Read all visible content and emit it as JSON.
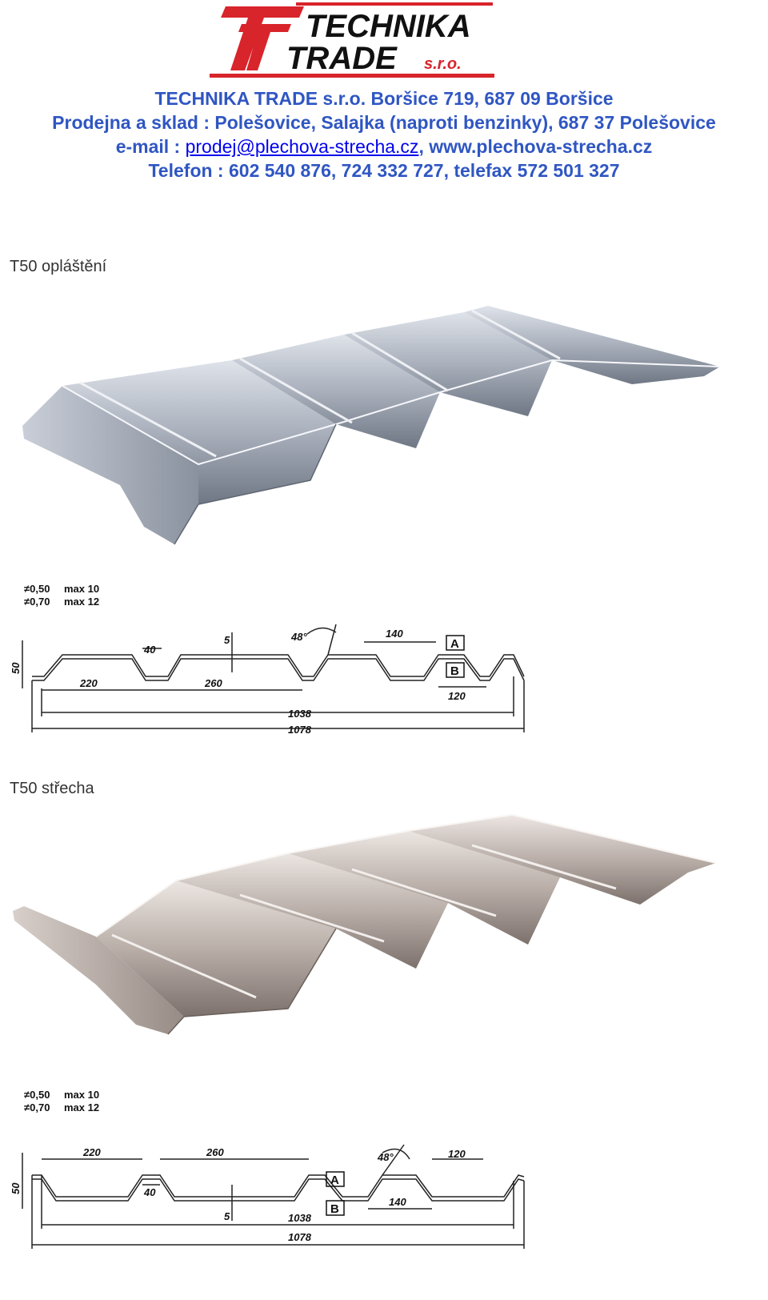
{
  "header": {
    "logo_line1": "TECHNIKA",
    "logo_line2": "TRADE",
    "logo_suffix": "s.r.o.",
    "line1": "TECHNIKA TRADE s.r.o. Boršice 719, 687 09 Boršice",
    "line2": "Prodejna a sklad : Polešovice, Salajka (naproti benzinky), 687 37 Polešovice",
    "line3_prefix": "e-mail : ",
    "email": "prodej@plechova-strecha.cz",
    "line3_suffix": ", www.plechova-strecha.cz",
    "line4": "Telefon : 602 540 876, 724 332 727, telefax 572 501 327"
  },
  "sections": [
    {
      "label": "T50 opláštění",
      "specs": [
        {
          "thickness": "≠0,50",
          "max": "max 10"
        },
        {
          "thickness": "≠0,70",
          "max": "max 12"
        }
      ],
      "dims": {
        "height": "50",
        "top_width": "40",
        "depth": "5",
        "angle": "48°",
        "pitch_a": "140",
        "side_a": "A",
        "side_b": "B",
        "pitch_b": "120",
        "span1": "220",
        "span2": "260",
        "effective": "1038",
        "total": "1078"
      }
    },
    {
      "label": "T50 střecha",
      "specs": [
        {
          "thickness": "≠0,50",
          "max": "max 10"
        },
        {
          "thickness": "≠0,70",
          "max": "max 12"
        }
      ],
      "dims": {
        "height": "50",
        "top_width": "40",
        "depth": "5",
        "angle": "48°",
        "pitch_a": "120",
        "side_a": "A",
        "side_b": "B",
        "pitch_b": "140",
        "span1": "220",
        "span2": "260",
        "effective": "1038",
        "total": "1078"
      }
    }
  ]
}
